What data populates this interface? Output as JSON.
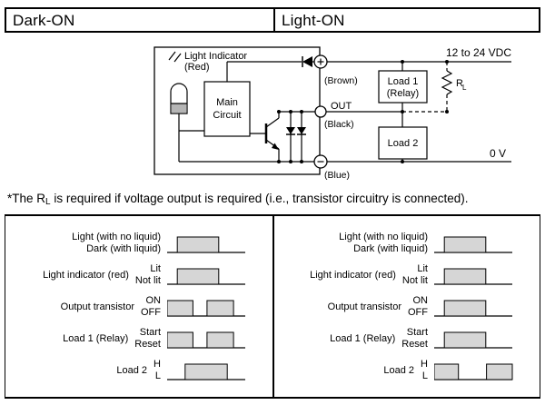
{
  "header": {
    "left": "Dark-ON",
    "right": "Light-ON"
  },
  "circuit": {
    "light_indicator": "Light Indicator",
    "light_indicator_color": "(Red)",
    "main_line1": "Main",
    "main_line2": "Circuit",
    "brown": "(Brown)",
    "out": "OUT",
    "black": "(Black)",
    "blue": "(Blue)",
    "supply": "12 to 24 VDC",
    "load1_line1": "Load 1",
    "load1_line2": "(Relay)",
    "r_main": "R",
    "r_sub": "L",
    "load2": "Load 2",
    "zero_v": "0 V"
  },
  "note": {
    "prefix": "*The R",
    "sub": "L",
    "suffix": " is required if voltage output is required (i.e., transistor circuitry is connected)."
  },
  "timing": {
    "panels": [
      {
        "name": "Dark-ON",
        "rows": [
          {
            "main": "",
            "high": "Light (with no liquid)",
            "low": "Dark (with liquid)",
            "pulses": [
              [
                0.13,
                0.66
              ]
            ]
          },
          {
            "main": "Light indicator (red)",
            "high": "Lit",
            "low": "Not lit",
            "pulses": [
              [
                0.13,
                0.66
              ]
            ]
          },
          {
            "main": "Output transistor",
            "high": "ON",
            "low": "OFF",
            "pulses": [
              [
                0,
                0.33
              ],
              [
                0.51,
                0.85
              ]
            ]
          },
          {
            "main": "Load 1 (Relay)",
            "high": "Start",
            "low": "Reset",
            "pulses": [
              [
                0,
                0.33
              ],
              [
                0.51,
                0.85
              ]
            ]
          },
          {
            "main": "Load 2",
            "high": "H",
            "low": "L",
            "pulses": [
              [
                0.23,
                0.77
              ]
            ]
          }
        ]
      },
      {
        "name": "Light-ON",
        "rows": [
          {
            "main": "",
            "high": "Light (with no liquid)",
            "low": "Dark (with liquid)",
            "pulses": [
              [
                0.13,
                0.66
              ]
            ]
          },
          {
            "main": "Light indicator (red)",
            "high": "Lit",
            "low": "Not lit",
            "pulses": [
              [
                0.13,
                0.66
              ]
            ]
          },
          {
            "main": "Output transistor",
            "high": "ON",
            "low": "OFF",
            "pulses": [
              [
                0.13,
                0.66
              ]
            ]
          },
          {
            "main": "Load 1 (Relay)",
            "high": "Start",
            "low": "Reset",
            "pulses": [
              [
                0.13,
                0.66
              ]
            ]
          },
          {
            "main": "Load 2",
            "high": "H",
            "low": "L",
            "pulses": [
              [
                0,
                0.31
              ],
              [
                0.67,
                1
              ]
            ]
          }
        ]
      }
    ]
  },
  "colors": {
    "pulse_fill": "#d6d6d6",
    "ink": "#000000"
  }
}
